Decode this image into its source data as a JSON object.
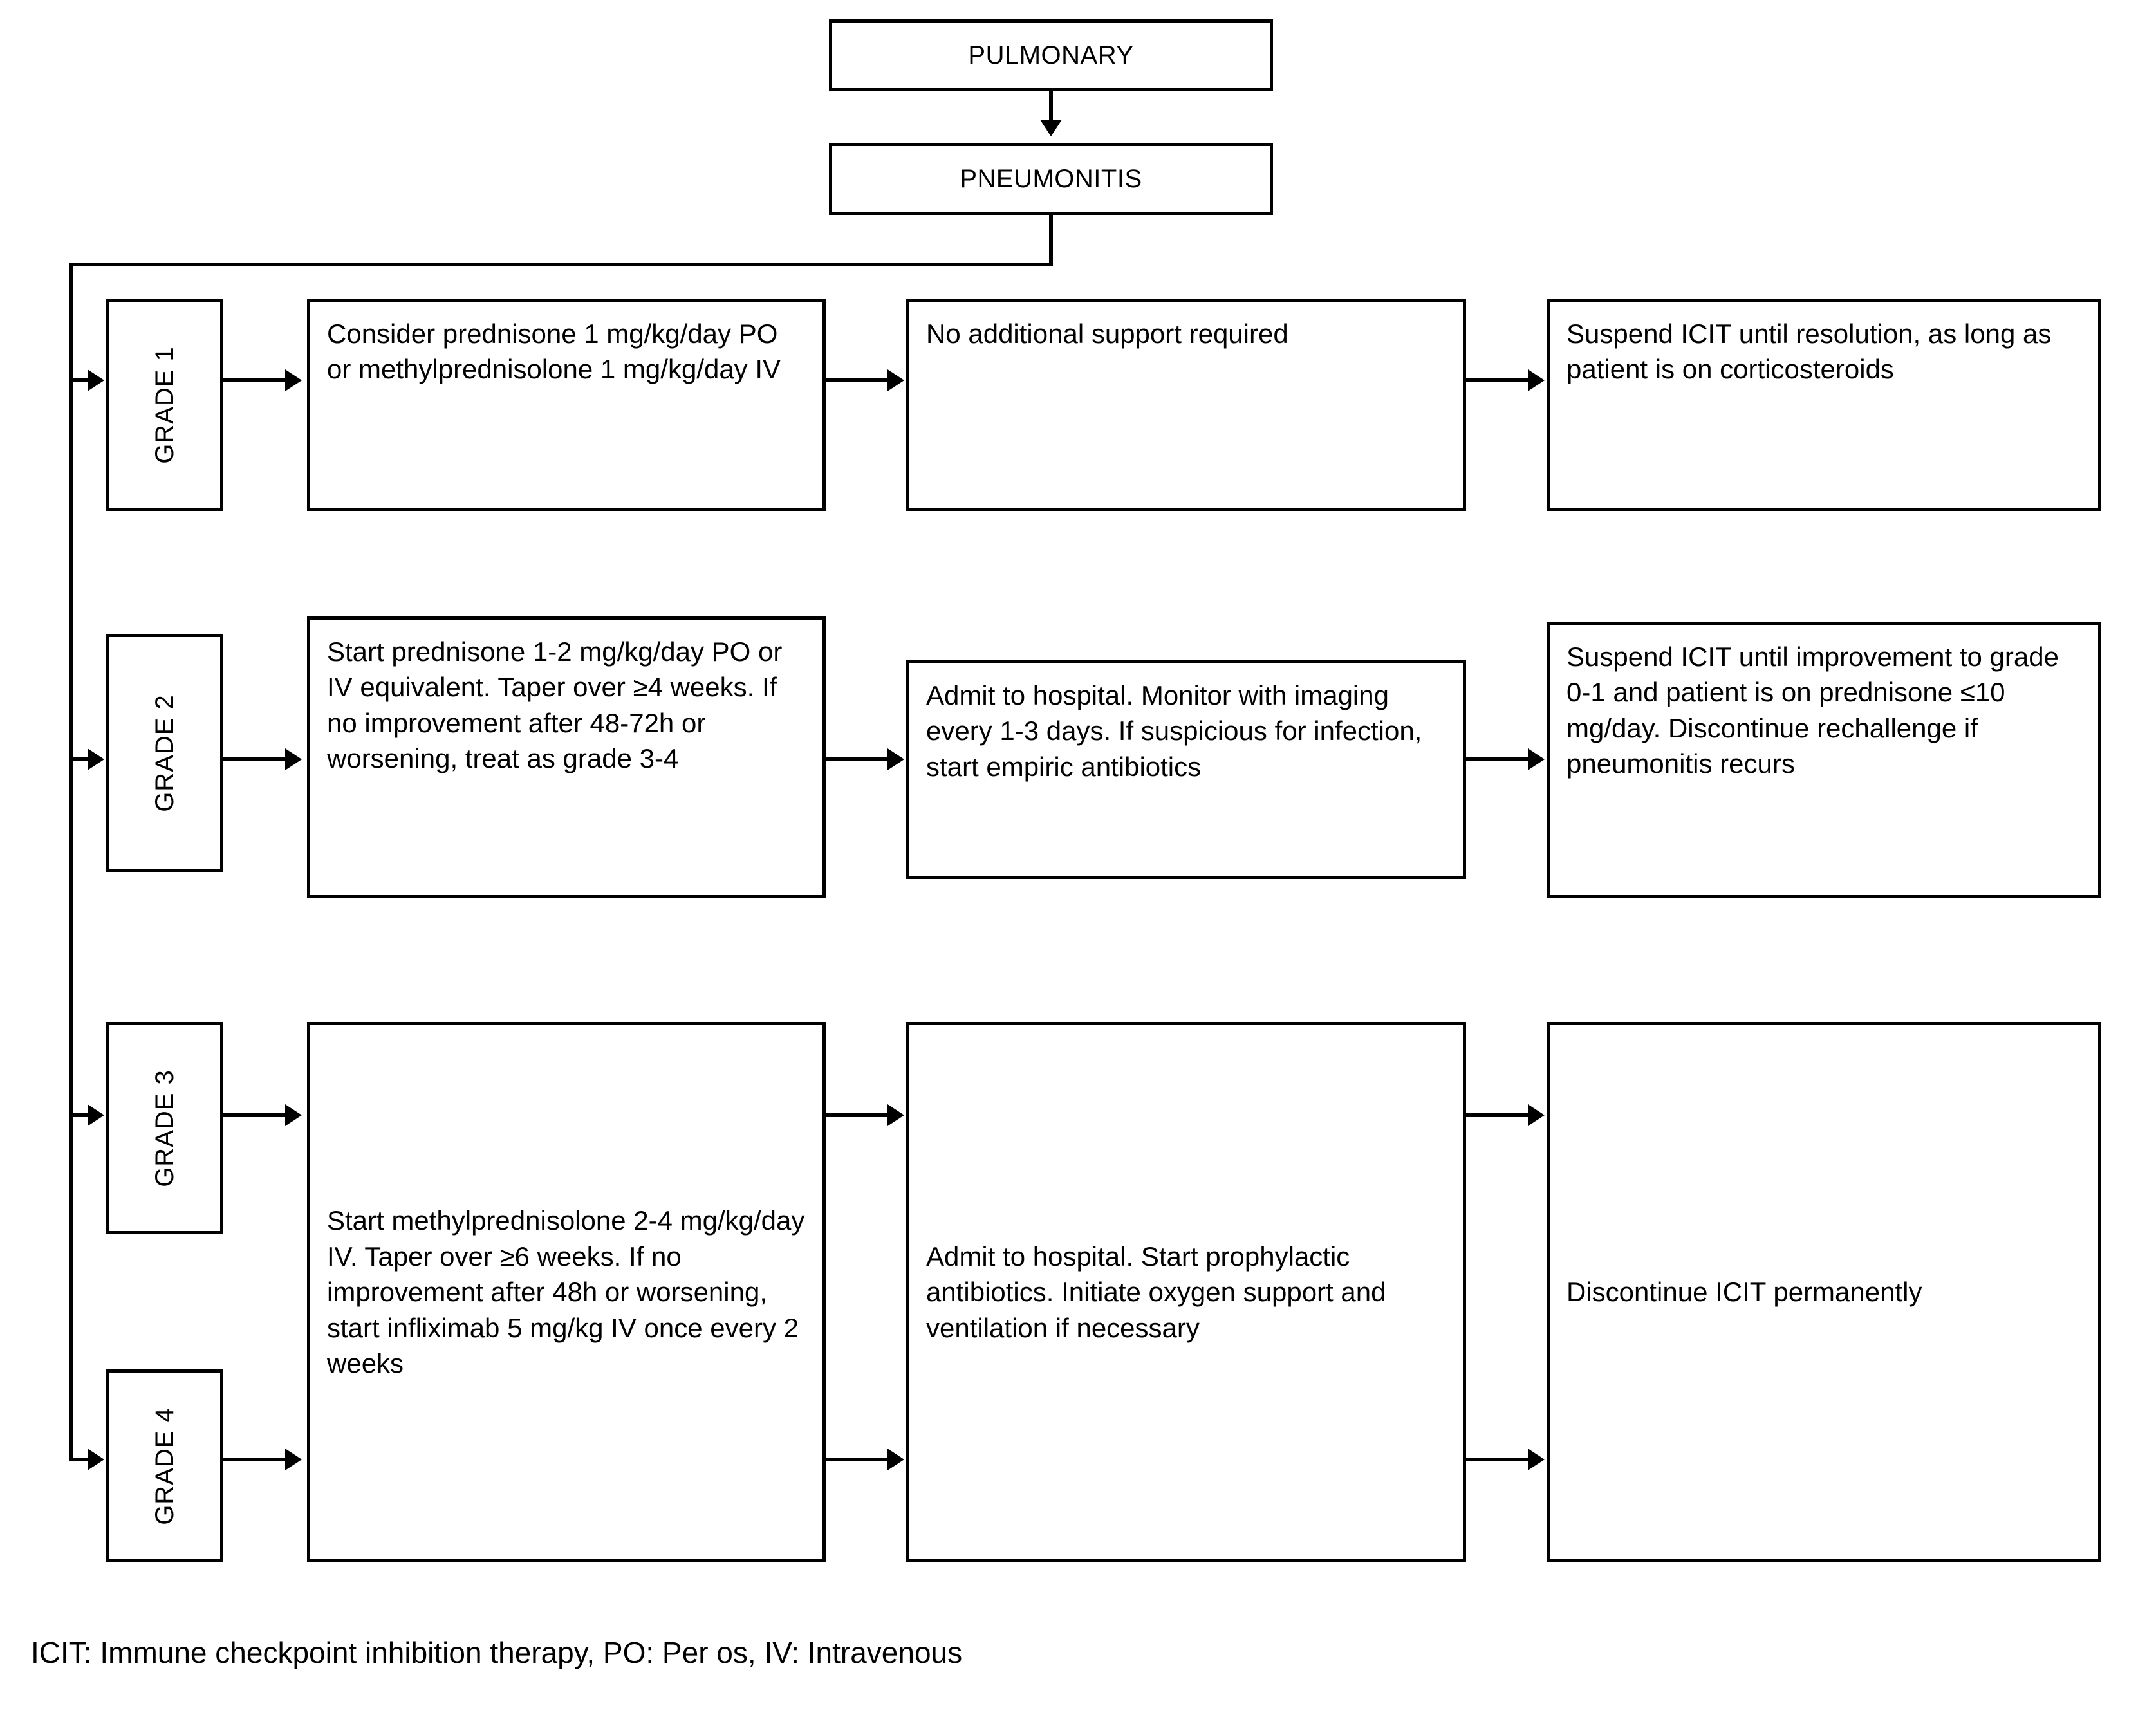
{
  "diagram": {
    "title_top": "PULMONARY",
    "title_sub": "PNEUMONITIS",
    "colors": {
      "line": "#000000",
      "box_border": "#000000",
      "background": "#ffffff",
      "text": "#000000"
    }
  },
  "grades": [
    {
      "label": "GRADE 1"
    },
    {
      "label": "GRADE 2"
    },
    {
      "label": "GRADE 3"
    },
    {
      "label": "GRADE 4"
    }
  ],
  "rows": [
    {
      "grade": "GRADE 1",
      "treatment": "Consider prednisone 1 mg/kg/day PO or methylprednisolone 1 mg/kg/day IV",
      "supportive": "No additional support required",
      "icit": "Suspend ICIT until resolution, as long as patient is on corticosteroids"
    },
    {
      "grade": "GRADE 2",
      "treatment": "Start prednisone 1-2 mg/kg/day PO or IV equivalent. Taper over ≥4 weeks. If no improvement after 48-72h or worsening, treat as grade 3-4",
      "supportive": "Admit to hospital. Monitor with imaging every 1-3 days. If suspicious for infection, start empiric antibiotics",
      "icit": "Suspend ICIT until improvement to grade 0-1 and patient is on prednisone ≤10 mg/day. Discontinue rechallenge if pneumonitis recurs"
    },
    {
      "grade": "GRADE 3 / GRADE 4",
      "treatment": "Start methylprednisolone 2-4 mg/kg/day IV. Taper over ≥6 weeks. If no improvement after 48h or worsening, start infliximab 5 mg/kg IV once every 2 weeks",
      "supportive": "Admit to hospital. Start prophylactic antibiotics. Initiate oxygen support and ventilation if necessary",
      "icit": "Discontinue ICIT permanently"
    }
  ],
  "footer": {
    "legend": "ICIT: Immune checkpoint inhibition therapy, PO: Per os, IV: Intravenous"
  }
}
